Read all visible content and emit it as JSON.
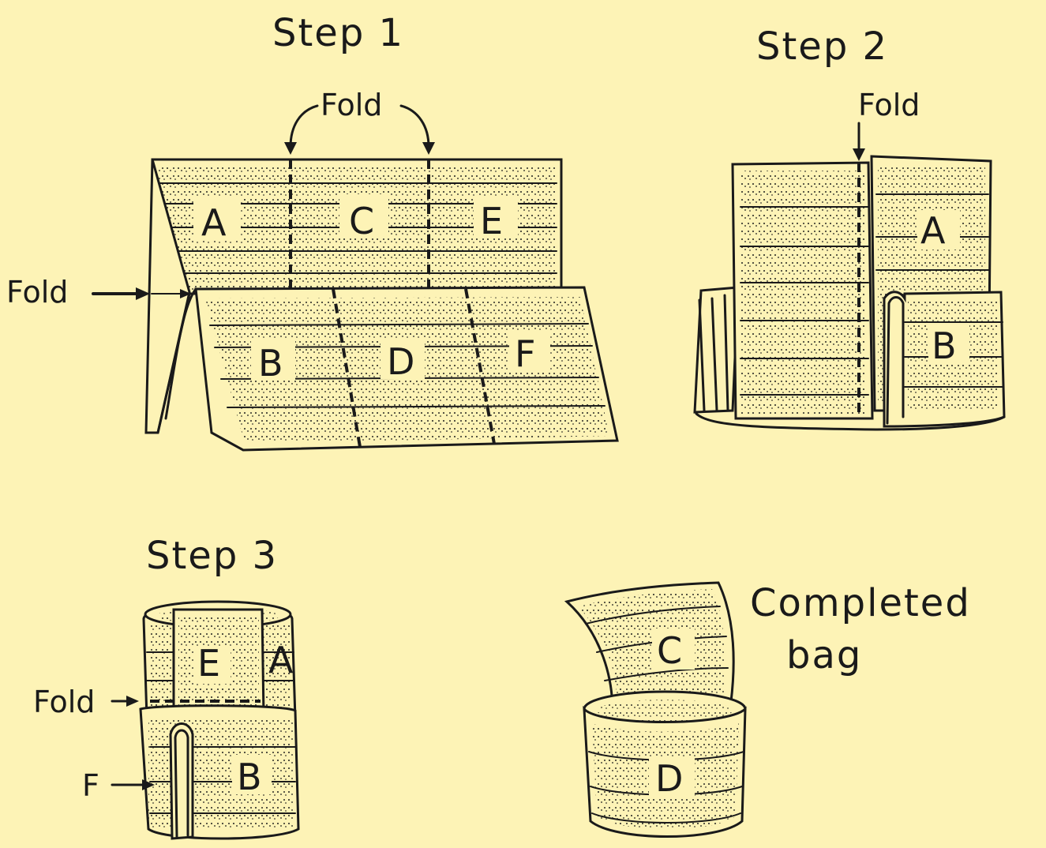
{
  "step1": {
    "title": "Step 1",
    "fold_top": "Fold",
    "fold_left": "Fold",
    "letters": [
      "A",
      "C",
      "E",
      "B",
      "D",
      "F"
    ]
  },
  "step2": {
    "title": "Step 2",
    "fold": "Fold",
    "letters": [
      "A",
      "B"
    ]
  },
  "step3": {
    "title": "Step 3",
    "fold": "Fold",
    "f_label": "F",
    "letters": [
      "E",
      "A",
      "B"
    ]
  },
  "completed": {
    "title_line1": "Completed",
    "title_line2": "bag",
    "letters": [
      "C",
      "D"
    ]
  },
  "colors": {
    "background": "#fdf3b6",
    "ink": "#1a1a1a"
  }
}
